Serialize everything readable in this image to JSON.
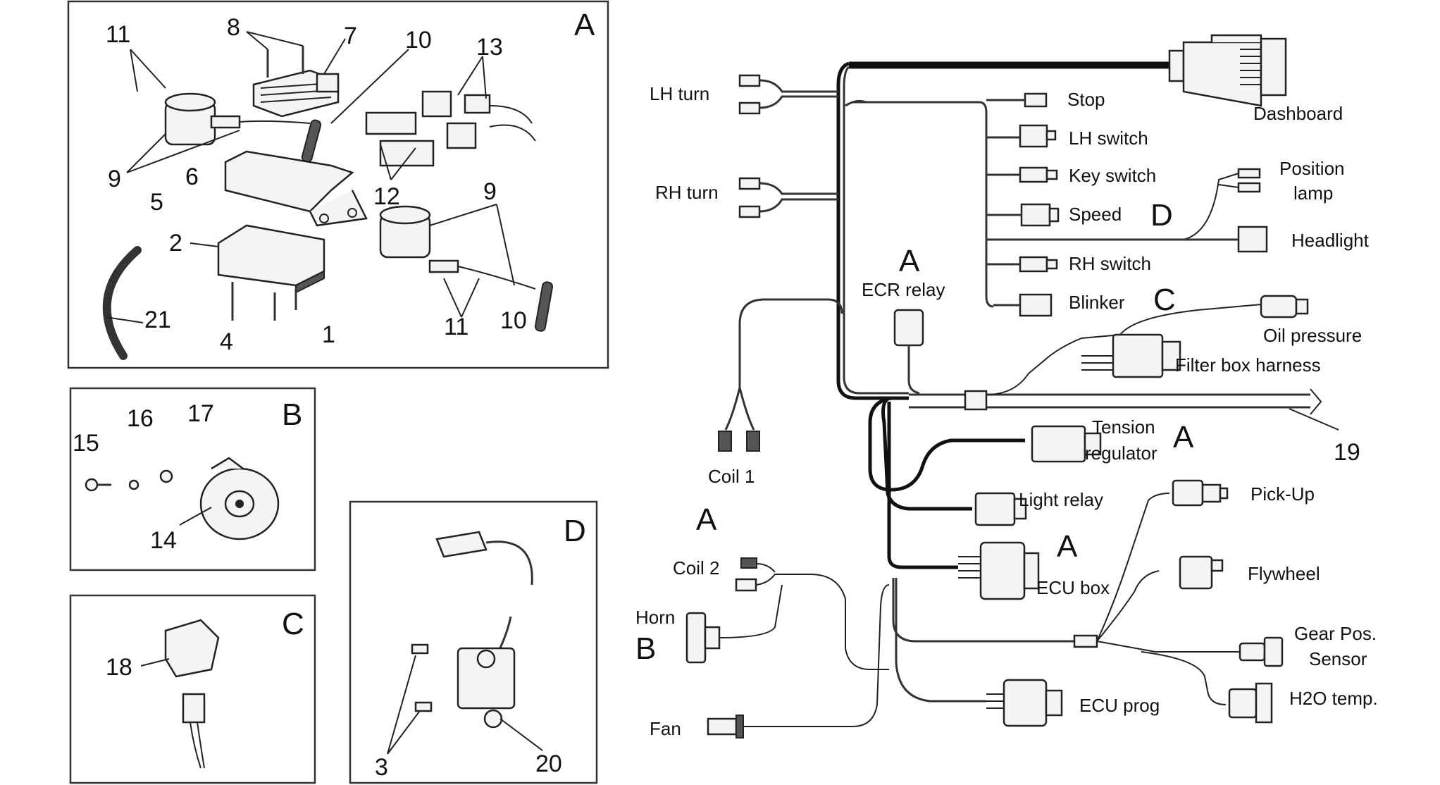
{
  "panels": {
    "A": {
      "letter": "A",
      "callouts": [
        "11",
        "8",
        "7",
        "10",
        "13",
        "9",
        "6",
        "5",
        "12",
        "9",
        "2",
        "21",
        "4",
        "1",
        "11",
        "10"
      ]
    },
    "B": {
      "letter": "B",
      "callouts": [
        "15",
        "16",
        "17",
        "14"
      ]
    },
    "C": {
      "letter": "C",
      "callouts": [
        "18"
      ]
    },
    "D": {
      "letter": "D",
      "callouts": [
        "3",
        "20"
      ]
    }
  },
  "harness": {
    "labels": {
      "lh_turn": "LH turn",
      "rh_turn": "RH turn",
      "stop": "Stop",
      "dashboard": "Dashboard",
      "lh_switch": "LH switch",
      "key_switch": "Key switch",
      "position_lamp_1": "Position",
      "position_lamp_2": "lamp",
      "speed": "Speed",
      "headlight": "Headlight",
      "rh_switch": "RH switch",
      "ecr_relay": "ECR relay",
      "blinker": "Blinker",
      "oil_pressure": "Oil pressure",
      "filter_box_harness": "Filter box harness",
      "coil_1": "Coil 1",
      "tension_regulator_1": "Tension",
      "tension_regulator_2": "regulator",
      "harness_number": "19",
      "light_relay": "Light relay",
      "pick_up": "Pick-Up",
      "coil_2": "Coil 2",
      "ecu_box": "ECU box",
      "flywheel": "Flywheel",
      "horn": "Horn",
      "gear_pos_1": "Gear Pos.",
      "gear_pos_2": "Sensor",
      "h2o_temp": "H2O temp.",
      "ecu_prog": "ECU prog",
      "fan": "Fan"
    },
    "refs": {
      "d_ref": "D",
      "ecr_ref": "A",
      "blinker_ref": "C",
      "tension_ref": "A",
      "coil2_ref": "A",
      "ecu_ref": "A",
      "horn_ref": "B"
    }
  }
}
